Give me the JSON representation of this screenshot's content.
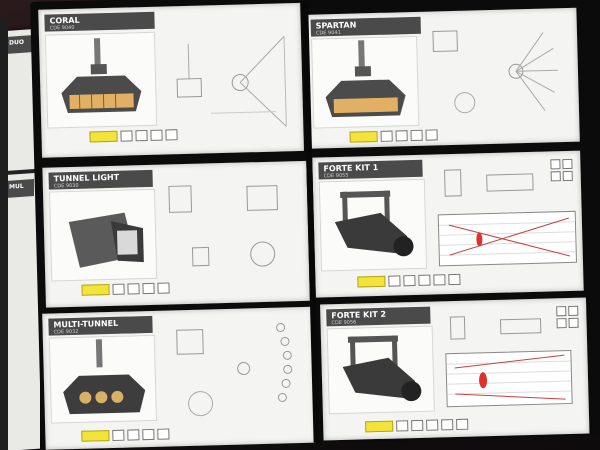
{
  "catalog": {
    "panels": [
      {
        "title": "CORAL",
        "code": "CDE 9040"
      },
      {
        "title": "SPARTAN",
        "code": "CDE 9041"
      },
      {
        "title": "TUNNEL LIGHT",
        "code": "CDE 9030"
      },
      {
        "title": "FORTE KIT 1",
        "code": "CDE 9055"
      },
      {
        "title": "MULTI-TUNNEL",
        "code": "CDE 9032"
      },
      {
        "title": "FORTE KIT 2",
        "code": "CDE 9056"
      }
    ],
    "back_tabs": [
      {
        "title": "DUO"
      },
      {
        "title": "MUL"
      }
    ]
  },
  "colors": {
    "tab": "#4a4a4a",
    "badge": "#f2e43a",
    "beam": "#e0312c",
    "binder": "#0b0b0b"
  }
}
